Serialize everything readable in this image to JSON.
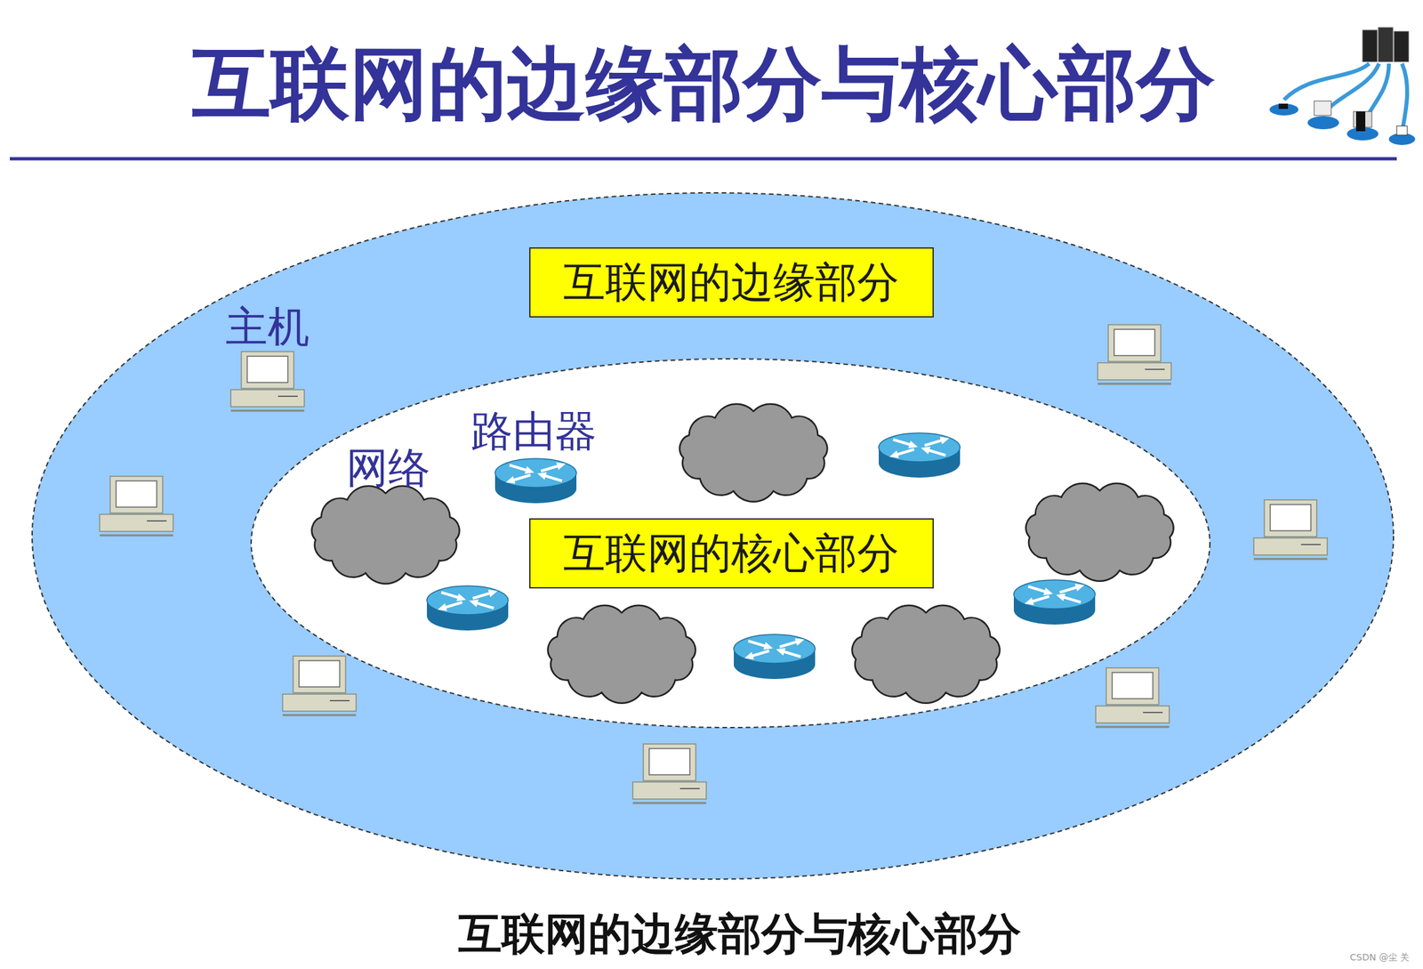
{
  "diagram": {
    "title": "互联网的边缘部分与核心部分",
    "caption": "互联网的边缘部分与核心部分",
    "nodes": [
      {
        "text": [
          "互联网的边缘部分"
        ]
      },
      {
        "text": [
          "互联网的核心部分"
        ]
      }
    ],
    "labels": [
      "主机",
      "路由器",
      "网络",
      "CSDN @尘 关"
    ]
  }
}
